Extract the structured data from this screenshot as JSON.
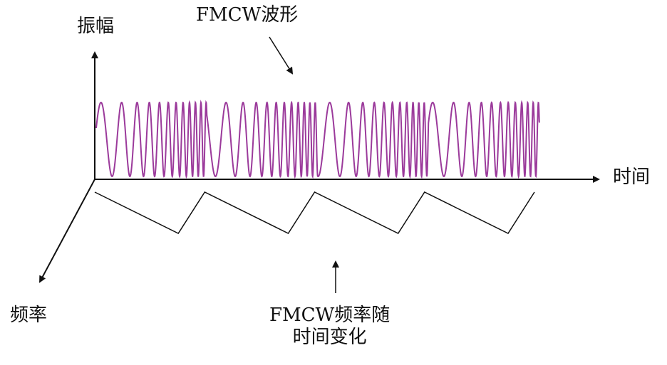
{
  "labels": {
    "amplitude_axis": "振幅",
    "time_axis": "时间",
    "frequency_axis": "频率",
    "waveform_caption": "FMCW波形",
    "freq_caption_line1": "FMCW频率随",
    "freq_caption_line2": "时间变化"
  },
  "waveform": {
    "type": "frequency-modulated sinusoid",
    "periods": 4,
    "color": "#9b3a9b"
  },
  "frequency_profile": {
    "type": "sawtooth",
    "periods": 4,
    "color": "#111111"
  },
  "colors": {
    "axis": "#111111",
    "waveform": "#9b3a9b",
    "text": "#111111"
  }
}
